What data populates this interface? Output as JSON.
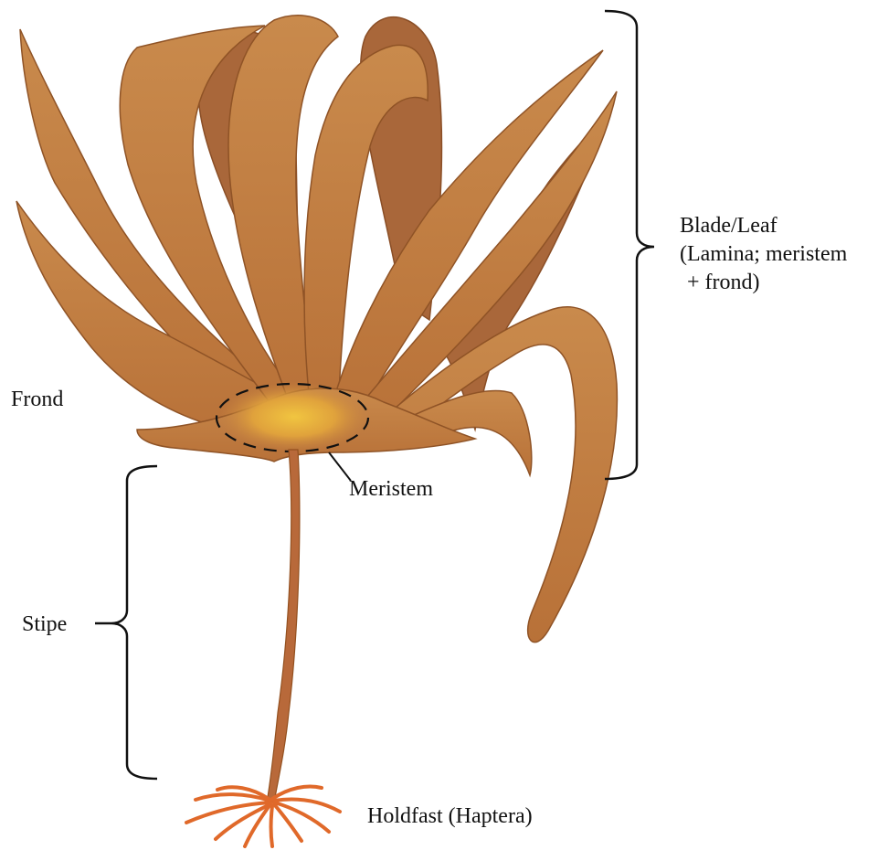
{
  "labels": {
    "blade_line1": "Blade/Leaf",
    "blade_line2": "(Lamina; meristem",
    "blade_line3": "+ frond)",
    "frond": "Frond",
    "meristem": "Meristem",
    "stipe": "Stipe",
    "holdfast": "Holdfast (Haptera)"
  },
  "colors": {
    "blade_base": "#c07a3e",
    "blade_dark": "#9a5a2a",
    "blade_light": "#d9944a",
    "meristem_glow": "#e8b83a",
    "stipe": "#b8693a",
    "holdfast": "#e0692a",
    "annotation": "#111111"
  }
}
